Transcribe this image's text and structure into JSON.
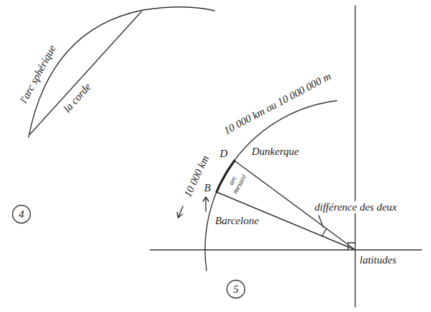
{
  "diagram": {
    "nodes": [
      {
        "text": [
          "4"
        ]
      },
      {
        "text": [
          "5"
        ]
      }
    ],
    "labels": [
      "l'arc sphérique",
      "la corde",
      "10 000 km ou 10 000 000 m",
      "10 000 km",
      "D",
      "Dunkerque",
      "B",
      "Barcelone",
      "arc mesuré",
      "différence des deux",
      "latitudes"
    ]
  }
}
